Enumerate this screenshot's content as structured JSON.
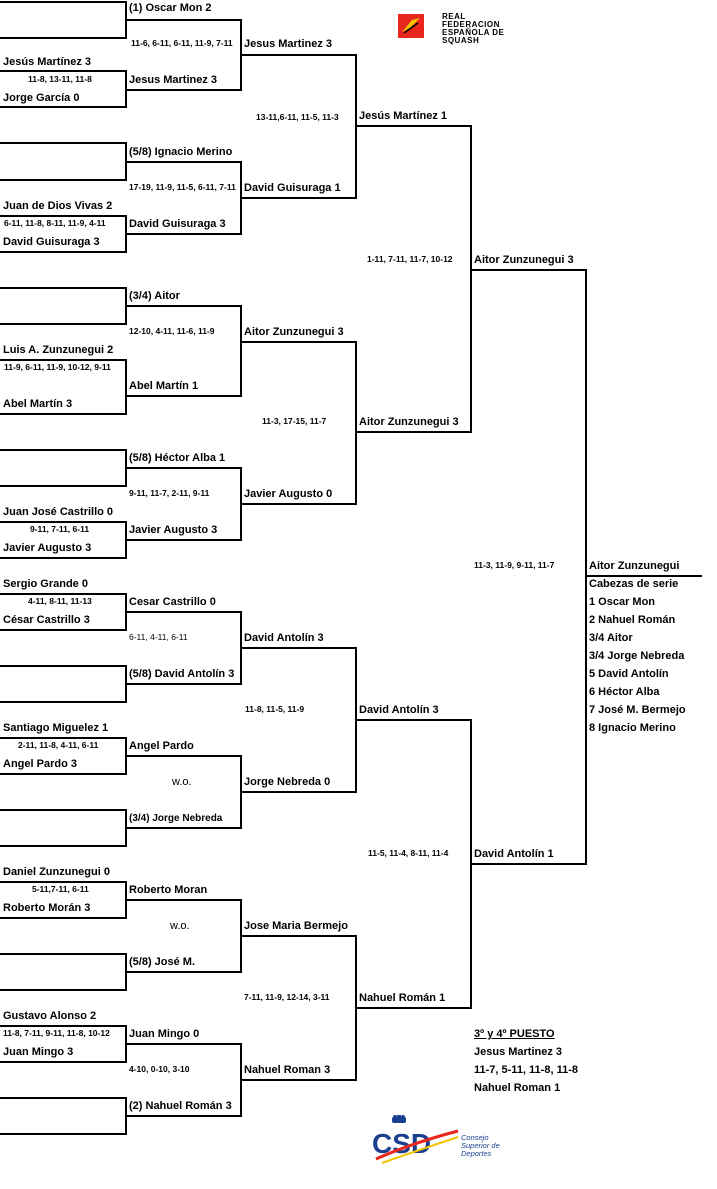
{
  "logos": {
    "rfes": [
      "REAL",
      "FEDERACION",
      "ESPAÑOLA DE",
      "SQUASH"
    ],
    "csd_mark": "CSD",
    "csd_text": [
      "Consejo",
      "Superior de",
      "Deportes"
    ]
  },
  "round1": [
    {
      "name": "r1-oscar-mon",
      "text": "(1)   Oscar Mon  2"
    },
    {
      "name": "r1-jesus-martinez-a",
      "text": "Jesús Martínez 3"
    },
    {
      "name": "r1-score-jm-jg",
      "text": "11-8, 13-11, 11-8"
    },
    {
      "name": "r1-jorge-garcia",
      "text": "Jorge García  0"
    },
    {
      "name": "r1-ignacio-merino",
      "text": "(5/8) Ignacio Merino"
    },
    {
      "name": "r1-juan-de-dios-vivas",
      "text": "Juan de Dios Vivas 2"
    },
    {
      "name": "r1-score-jdv-dg",
      "text": "6-11, 11-8, 8-11, 11-9, 4-11"
    },
    {
      "name": "r1-david-guisuraga-a",
      "text": "David Guisuraga 3"
    },
    {
      "name": "r1-aitor",
      "text": "(3/4) Aitor"
    },
    {
      "name": "r1-luis-zunzunegui",
      "text": "Luis A. Zunzunegui  2"
    },
    {
      "name": "r1-score-lz-am",
      "text": "11-9, 6-11, 11-9, 10-12, 9-11"
    },
    {
      "name": "r1-abel-martin-a",
      "text": "Abel Martín  3"
    },
    {
      "name": "r1-hector-alba",
      "text": "(5/8)  Héctor Alba  1"
    },
    {
      "name": "r1-juan-jose-castrillo",
      "text": "Juan José Castrillo 0"
    },
    {
      "name": "r1-score-jjc-ja",
      "text": "9-11, 7-11, 6-11"
    },
    {
      "name": "r1-javier-augusto-a",
      "text": "Javier Augusto  3"
    },
    {
      "name": "r1-sergio-grande",
      "text": "Sergio Grande  0"
    },
    {
      "name": "r1-score-sg-cc",
      "text": "4-11, 8-11, 11-13"
    },
    {
      "name": "r1-cesar-castrillo-a",
      "text": "César Castrillo  3"
    },
    {
      "name": "r1-david-antolin",
      "text": "(5/8) David Antolín  3"
    },
    {
      "name": "r1-santiago-miguelez",
      "text": "Santiago Miguelez 1"
    },
    {
      "name": "r1-score-sm-ap",
      "text": "2-11, 11-8, 4-11, 6-11"
    },
    {
      "name": "r1-angel-pardo-a",
      "text": "Angel Pardo 3"
    },
    {
      "name": "r1-jorge-nebreda",
      "text": "(3/4) Jorge Nebreda"
    },
    {
      "name": "r1-daniel-zunzunegui",
      "text": "Daniel Zunzunegui  0"
    },
    {
      "name": "r1-score-dz-rm",
      "text": "5-11,7-11, 6-11"
    },
    {
      "name": "r1-roberto-moran-a",
      "text": "Roberto Morán  3"
    },
    {
      "name": "r1-jose-m",
      "text": "(5/8) José M."
    },
    {
      "name": "r1-gustavo-alonso",
      "text": "Gustavo Alonso  2"
    },
    {
      "name": "r1-score-ga-jm",
      "text": "11-8, 7-11, 9-11, 11-8, 10-12"
    },
    {
      "name": "r1-juan-mingo-a",
      "text": "Juan Mingo 3"
    },
    {
      "name": "r1-nahuel-roman",
      "text": "(2) Nahuel Román 3"
    }
  ],
  "round2": [
    {
      "name": "r2-score-om-jm",
      "text": "11-6,  6-11,  6-11,  11-9,  7-11"
    },
    {
      "name": "r2-jesus-martinez-b",
      "text": "Jesus Martinez  3"
    },
    {
      "name": "r2-jesus-martinez-c",
      "text": "Jesus Martinez  3"
    },
    {
      "name": "r2-score-im-dg",
      "text": "17-19,  11-9,  11-5,  6-11,  7-11"
    },
    {
      "name": "r2-david-guisuraga-b",
      "text": "David Guisuraga 3"
    },
    {
      "name": "r2-score-a-am",
      "text": "12-10,  4-11,  11-6,  11-9"
    },
    {
      "name": "r2-abel-martin-b",
      "text": "Abel Martín 1"
    },
    {
      "name": "r2-score-ha-ja",
      "text": "9-11,  11-7,  2-11,  9-11"
    },
    {
      "name": "r2-javier-augusto-b",
      "text": "Javier Augusto 3"
    },
    {
      "name": "r2-cesar-castrillo-b",
      "text": "Cesar Castrillo 0"
    },
    {
      "name": "r2-score-cc-da",
      "text": "6-11, 4-11, 6-11"
    },
    {
      "name": "r2-david-antolin-b",
      "text": "(5/8) David Antolín  3"
    },
    {
      "name": "r2-angel-pardo-b",
      "text": "Angel Pardo"
    },
    {
      "name": "r2-wo-a",
      "text": "w.o."
    },
    {
      "name": "r2-jorge-nebreda-b",
      "text": "(3/4) Jorge Nebreda"
    },
    {
      "name": "r2-roberto-moran-b",
      "text": "Roberto Moran"
    },
    {
      "name": "r2-wo-b",
      "text": "w.o."
    },
    {
      "name": "r2-jose-m-b",
      "text": "(5/8) José M."
    },
    {
      "name": "r2-juan-mingo-b",
      "text": "Juan Mingo  0"
    },
    {
      "name": "r2-score-jm-nr",
      "text": "4-10,  0-10,  3-10"
    },
    {
      "name": "r2-nahuel-roman-b",
      "text": "(2) Nahuel Román 3"
    }
  ],
  "round3": [
    {
      "name": "r3-score-jm-dg",
      "text": "13-11,6-11,  11-5,  11-3"
    },
    {
      "name": "r3-david-guisuraga",
      "text": "David Guisuraga  1"
    },
    {
      "name": "r3-aitor-zunzunegui",
      "text": "Aitor Zunzunegui 3"
    },
    {
      "name": "r3-score-az-ja",
      "text": "11-3,  17-15,  11-7"
    },
    {
      "name": "r3-javier-augusto",
      "text": "Javier Augusto 0"
    },
    {
      "name": "r3-david-antolin",
      "text": "David Antolín 3"
    },
    {
      "name": "r3-score-da-jn",
      "text": "11-8,  11-5,  11-9"
    },
    {
      "name": "r3-jorge-nebreda",
      "text": "Jorge Nebreda 0"
    },
    {
      "name": "r3-jose-maria-bermejo",
      "text": "Jose Maria Bermejo"
    },
    {
      "name": "r3-score-jmb-nr",
      "text": "7-11,  11-9,  12-14,  3-11"
    },
    {
      "name": "r3-nahuel-roman",
      "text": "Nahuel Roman 3"
    }
  ],
  "round4": [
    {
      "name": "qf-jesus-martinez",
      "text": "Jesús  Martínez 1"
    },
    {
      "name": "qf-score-jm-az",
      "text": "1-11,  7-11,  11-7,  10-12"
    },
    {
      "name": "qf-aitor-zunzunegui",
      "text": "Aitor Zunzunegui 3"
    },
    {
      "name": "qf-david-antolin",
      "text": "David Antolín 3"
    },
    {
      "name": "qf-score-da-nr",
      "text": "11-5,  11-4,  8-11,  11-4"
    },
    {
      "name": "qf-nahuel-roman",
      "text": "Nahuel Román 1"
    }
  ],
  "semis": [
    {
      "name": "sf-aitor-zunzunegui",
      "text": "Aitor Zunzunegui 3"
    },
    {
      "name": "sf-score-az-da",
      "text": "11-3,  11-9,  9-11,  11-7"
    },
    {
      "name": "sf-david-antolin",
      "text": "David Antolín 1"
    }
  ],
  "winner": "Aitor Zunzunegui",
  "seeds": {
    "title": "Cabezas de serie",
    "items": [
      "1  Oscar Mon",
      "2  Nahuel Román",
      "3/4 Aitor",
      "3/4  Jorge Nebreda",
      "5  David Antolín",
      "6  Héctor Alba",
      "7  José M. Bermejo",
      "8  Ignacio Merino"
    ]
  },
  "third_place": {
    "title": "3º y 4º PUESTO",
    "winner": "Jesus Martinez  3",
    "score": "11-7, 5-11, 11-8, 11-8",
    "loser": "Nahuel Roman 1"
  }
}
